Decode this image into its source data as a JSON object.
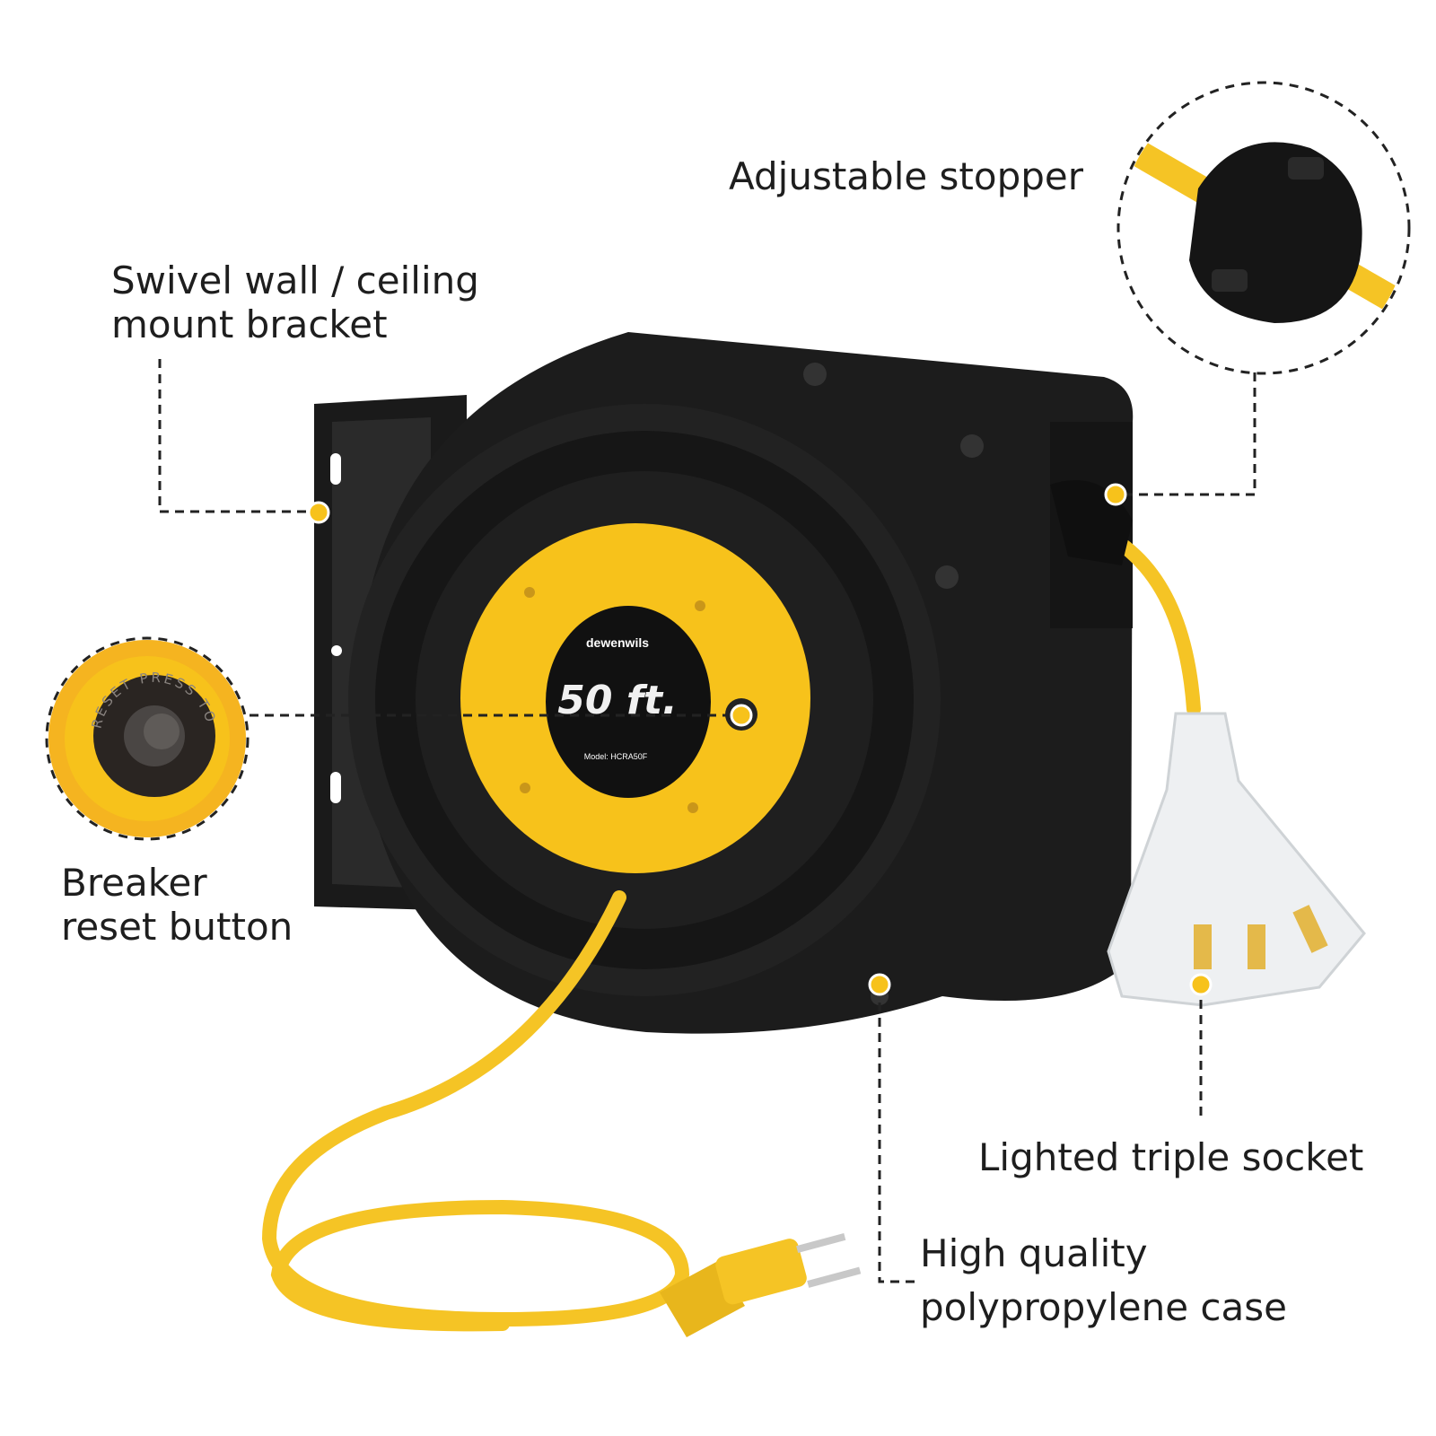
{
  "callouts": {
    "stopper": "Adjustable stopper",
    "bracket_line1": "Swivel wall / ceiling",
    "bracket_line2": "mount bracket",
    "breaker_line1": "Breaker",
    "breaker_line2": "reset button",
    "socket": "Lighted triple socket",
    "case_line1": "High quality",
    "case_line2": "polypropylene case"
  },
  "product_label": {
    "brand": "dewenwils",
    "length": "50 ft.",
    "model": "Model: HCRA50F"
  },
  "breaker_button_text": "RESET PRESS TO",
  "colors": {
    "accent": "#f7c21b",
    "body": "#1c1c1c",
    "cord": "#f5c425",
    "dot": "#f7c21b",
    "leader": "#222222"
  }
}
